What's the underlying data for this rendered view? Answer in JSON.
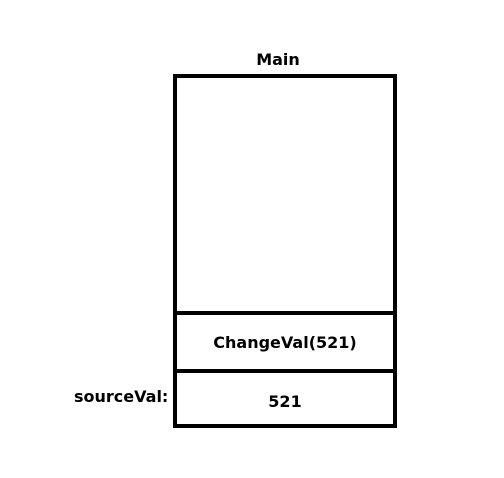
{
  "diagram": {
    "stack_title": "Main",
    "frames": {
      "call_label": "ChangeVal(521)",
      "value_label": "521"
    },
    "variable_label": "sourceVal:"
  }
}
